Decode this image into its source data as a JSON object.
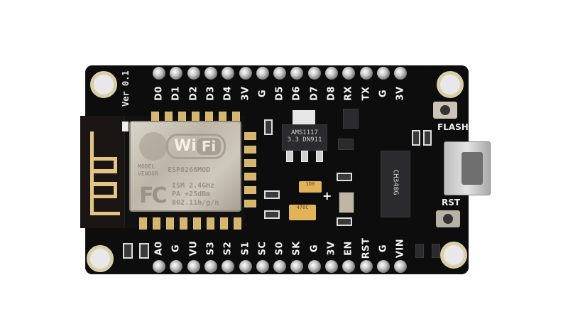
{
  "photo": {
    "subject": "NodeMCU ESP8266 development board",
    "board_color": "#0d0d0e",
    "version_label": "Ver 0.1",
    "top_header_pins": [
      "D0",
      "D1",
      "D2",
      "D3",
      "D4",
      "3V",
      "G",
      "D5",
      "D6",
      "D7",
      "D8",
      "RX",
      "TX",
      "G",
      "3V"
    ],
    "bottom_header_pins": [
      "A0",
      "G",
      "VU",
      "S3",
      "S2",
      "S1",
      "SC",
      "S0",
      "SK",
      "G",
      "3V",
      "EN",
      "RST",
      "G",
      "VIN"
    ],
    "module": {
      "logo": "WiFi",
      "logo_wi": "Wi",
      "logo_fi": "Fi",
      "model_line1": "MODEL",
      "model_line2": "VENDOR",
      "part": "ESP8266MOD",
      "spec1": "ISM 2.4GHz",
      "spec2": "PA +25dBm",
      "spec3": "802.11b/g/n",
      "cert": "FC"
    },
    "regulator": {
      "line1": "AMS1117",
      "line2": "3.3 DN911"
    },
    "usb_chip": "CH340G",
    "buttons": {
      "flash": "FLASH",
      "reset": "RST"
    },
    "plus_sign": "+"
  }
}
